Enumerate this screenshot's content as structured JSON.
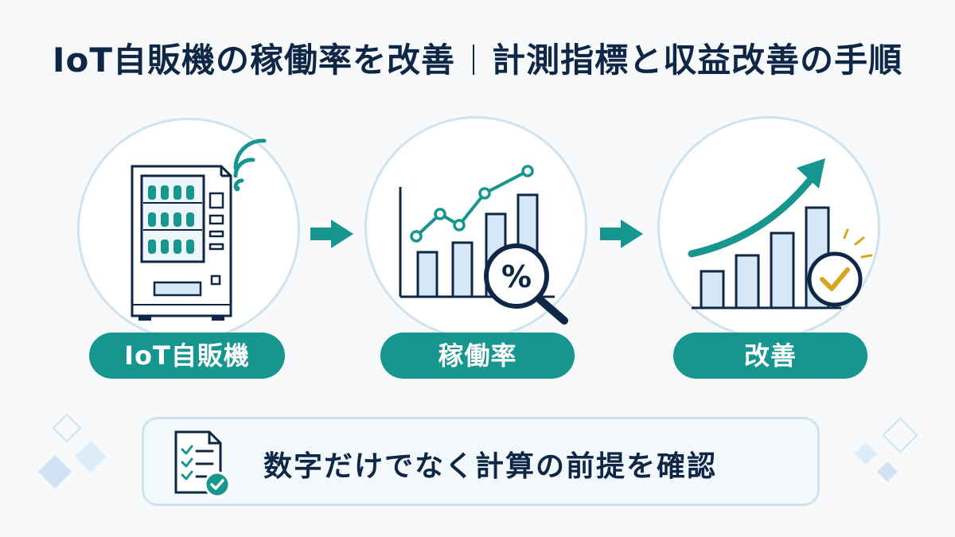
{
  "title": {
    "left": "IoT自販機の稼働率を改善",
    "right": "計測指標と収益改善の手順"
  },
  "steps": [
    {
      "label": "IoT自販機",
      "icon": "vending-machine-icon"
    },
    {
      "label": "稼働率",
      "icon": "chart-magnifier-icon",
      "magnifier_symbol": "%"
    },
    {
      "label": "改善",
      "icon": "growth-check-icon"
    }
  ],
  "note": {
    "text": "数字だけでなく計算の前提を確認",
    "icon": "checklist-document-icon"
  },
  "colors": {
    "teal": "#17958f",
    "navy": "#0f2747",
    "light_blue": "#cfe3ee",
    "bar_fill": "#d6e7f7",
    "gold": "#d9a520"
  }
}
